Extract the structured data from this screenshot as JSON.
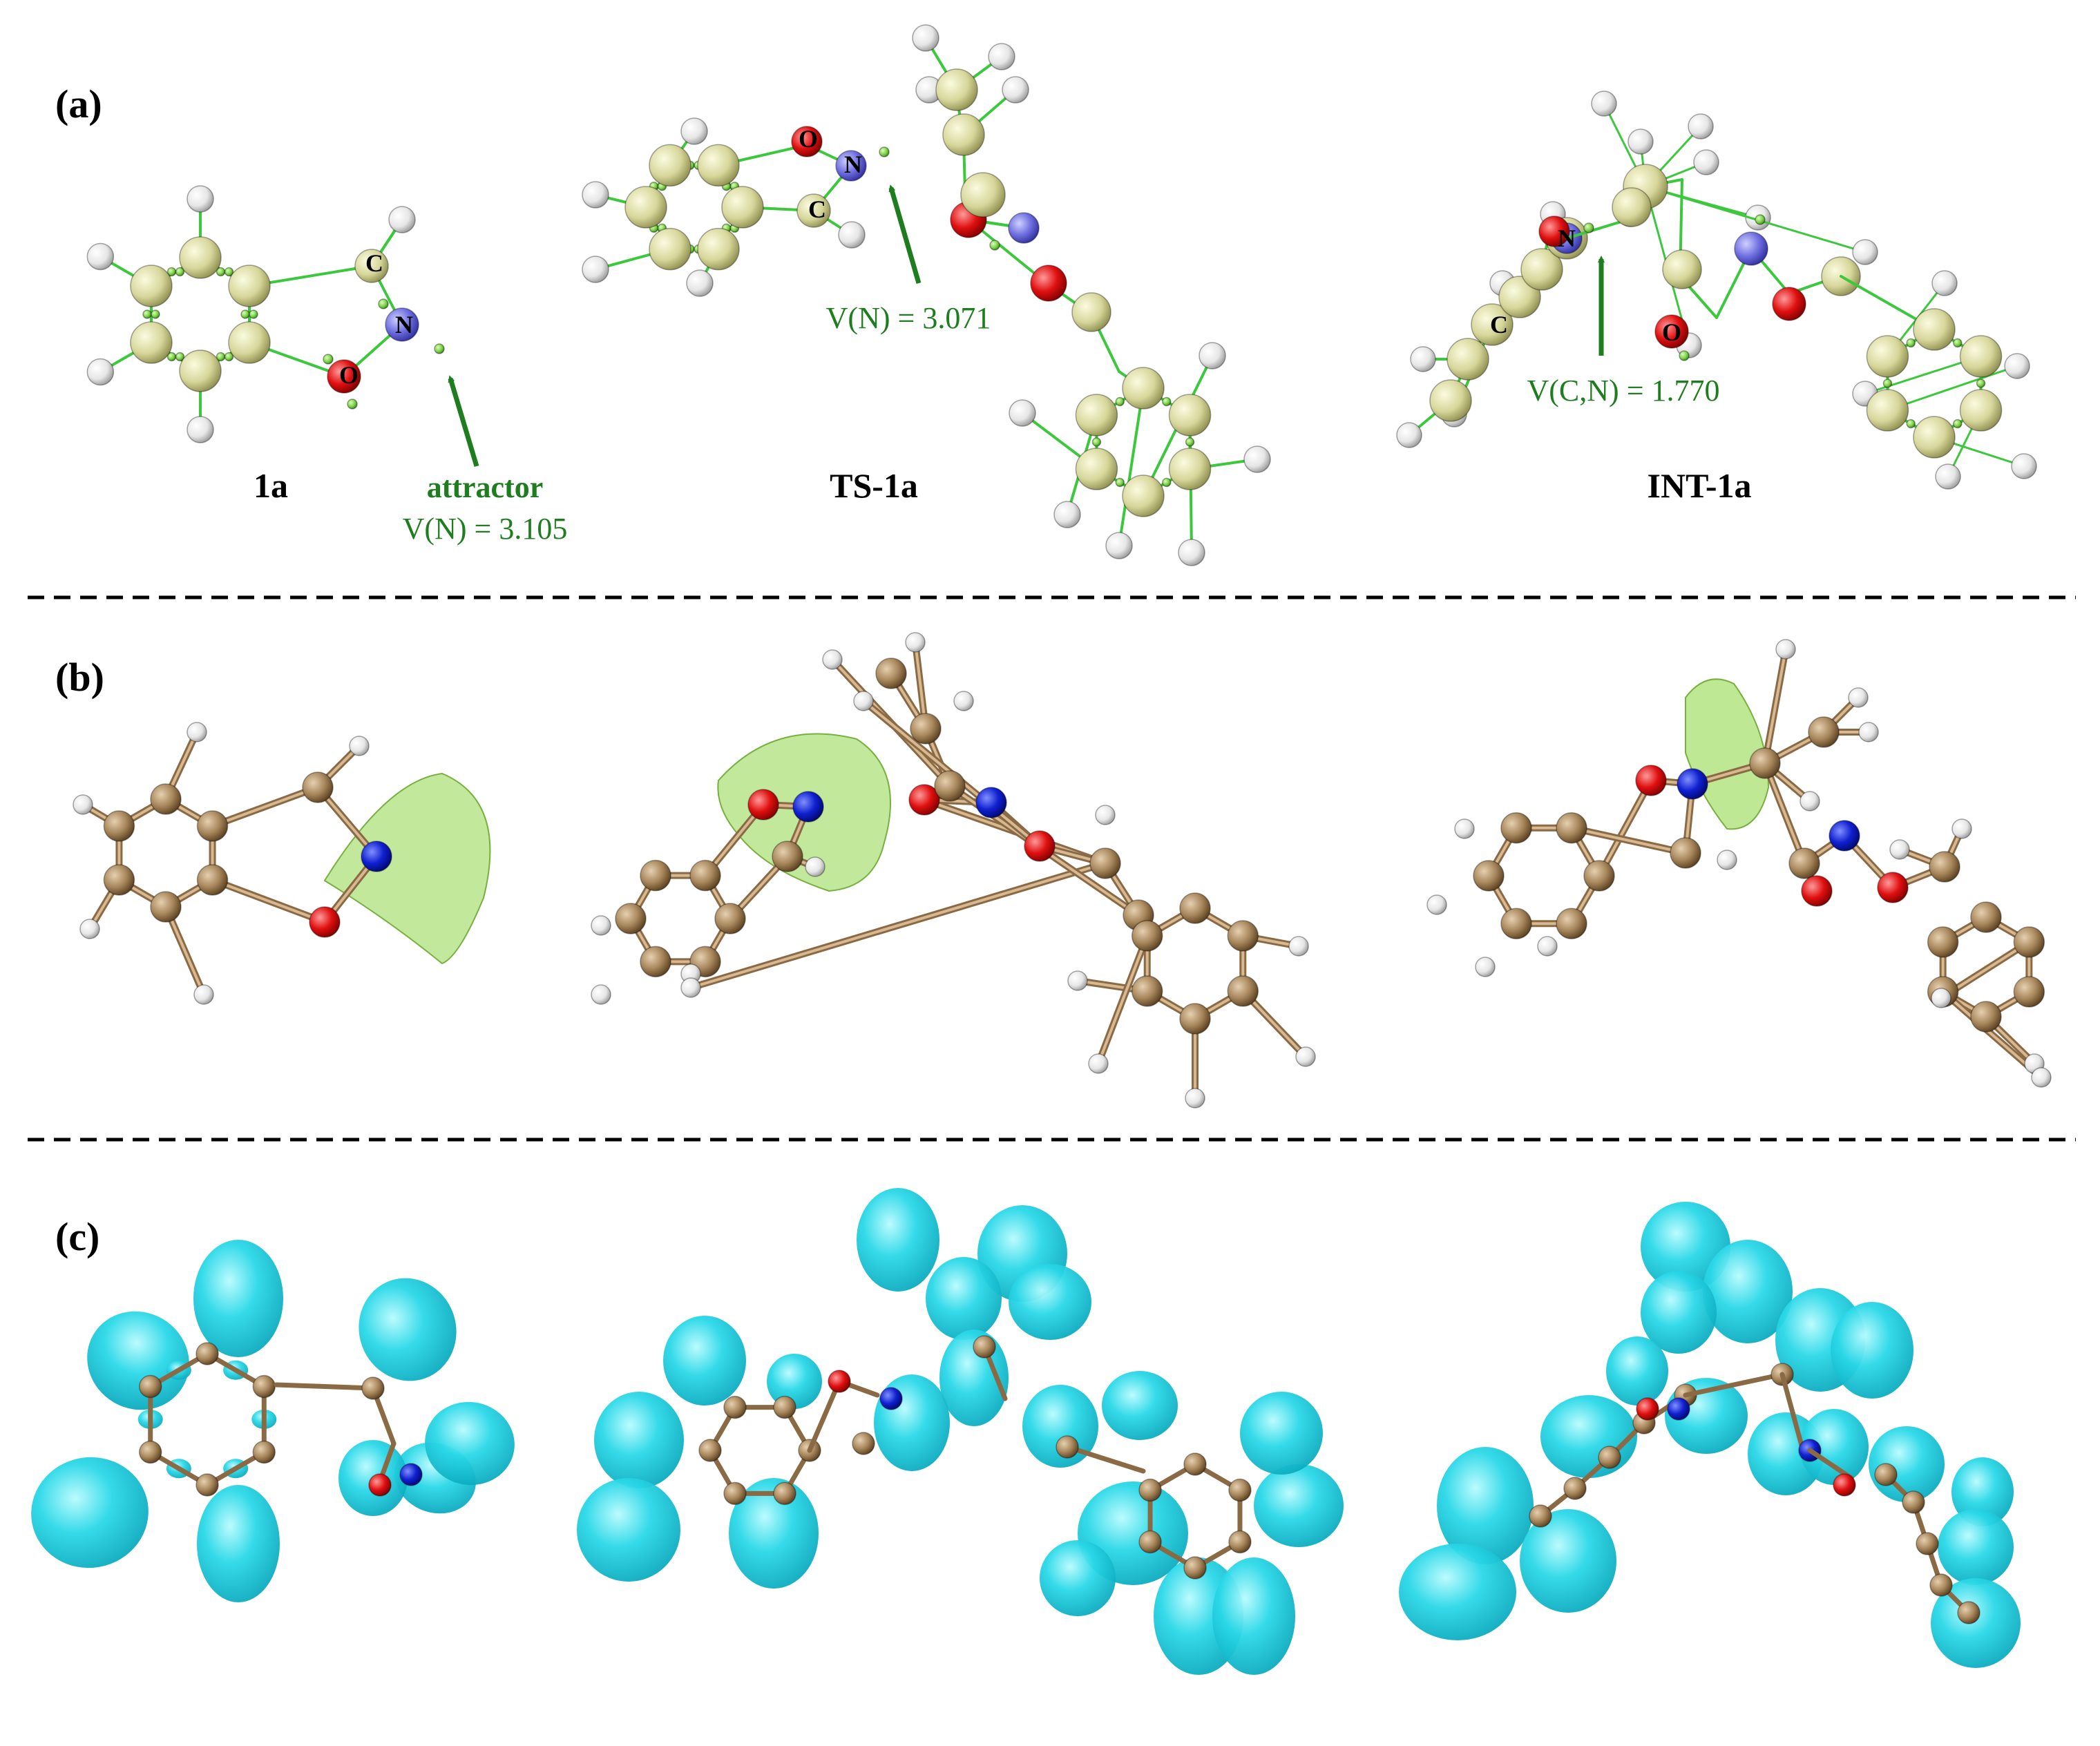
{
  "panels": {
    "a": {
      "label": "(a)",
      "molecules": [
        {
          "name": "1a",
          "atom_labels": [
            "C",
            "N",
            "O"
          ]
        },
        {
          "name": "TS-1a",
          "atom_labels": [
            "O",
            "N",
            "C"
          ]
        },
        {
          "name": "INT-1a",
          "atom_labels": [
            "N",
            "C",
            "O"
          ]
        }
      ],
      "annotations": [
        {
          "title": "attractor",
          "text": "V(N) = 3.105"
        },
        {
          "text": "V(N) = 3.071"
        },
        {
          "text": "V(C,N) = 1.770"
        }
      ]
    },
    "b": {
      "label": "(b)"
    },
    "c": {
      "label": "(c)"
    }
  },
  "colors": {
    "annotation_green": "#1e7d1e",
    "basin": "#d8d8a0",
    "attractor_point": "#7fd24a",
    "bond_green": "#3cc83c",
    "oxygen": "#e01010",
    "nitrogen_a": "#7070e0",
    "nitrogen": "#1020d0",
    "hydrogen": "#ececec",
    "carbon": "#a8875c",
    "isosurface_green": "#a8e070",
    "isosurface_cyan": "#1ed6e6",
    "divider": "#000000"
  },
  "icons": [
    "arrow-icon"
  ]
}
